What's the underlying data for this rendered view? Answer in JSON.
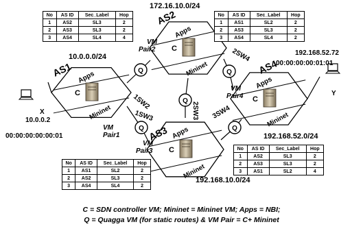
{
  "as_nodes": [
    {
      "id": "as1",
      "name": "AS1",
      "apps": "Apps",
      "controller": "C",
      "mininet": "Mininet",
      "prefix": "10.0.0.0/24",
      "vm_pair": [
        "VM",
        "Pair1"
      ]
    },
    {
      "id": "as2",
      "name": "AS2",
      "apps": "Apps",
      "controller": "C",
      "mininet": "Mininet",
      "prefix": "172.16.10.0/24",
      "vm_pair": [
        "VM",
        "Pair2"
      ]
    },
    {
      "id": "as3",
      "name": "AS3",
      "apps": "Apps",
      "controller": "C",
      "mininet": "Mininet",
      "prefix": "192.168.10.0/24",
      "vm_pair": [
        "VM",
        "Pair3"
      ]
    },
    {
      "id": "as4",
      "name": "AS4",
      "apps": "Apps",
      "controller": "C",
      "mininet": "Mininet",
      "prefix": "192.168.52.0/24",
      "vm_pair": [
        "VM",
        "Pair4"
      ]
    }
  ],
  "quagga_label": "Q",
  "switch_labels": [
    "1SW2",
    "1SW3",
    "2SW3",
    "2SW4",
    "3SW4"
  ],
  "host_x": {
    "name": "X",
    "ip": "10.0.0.2",
    "mac": "00:00:00:00:00:01"
  },
  "host_y": {
    "name": "Y",
    "ip": "192.168.52.72",
    "mac": "00:00:00:00:01:01"
  },
  "table_headers": [
    "No",
    "AS ID",
    "Sec_Label",
    "Hop"
  ],
  "tables": {
    "as1": [
      [
        "1",
        "AS2",
        "SL3",
        "2"
      ],
      [
        "2",
        "AS3",
        "SL3",
        "2"
      ],
      [
        "3",
        "AS4",
        "SL4",
        "4"
      ]
    ],
    "as2": [
      [
        "1",
        "AS1",
        "SL2",
        "2"
      ],
      [
        "2",
        "AS3",
        "SL3",
        "2"
      ],
      [
        "3",
        "AS4",
        "SL4",
        "2"
      ]
    ],
    "as3": [
      [
        "1",
        "AS1",
        "SL2",
        "2"
      ],
      [
        "2",
        "AS2",
        "SL3",
        "2"
      ],
      [
        "3",
        "AS4",
        "SL4",
        "2"
      ]
    ],
    "as4": [
      [
        "1",
        "AS2",
        "SL3",
        "2"
      ],
      [
        "2",
        "AS3",
        "SL3",
        "2"
      ],
      [
        "3",
        "AS1",
        "SL2",
        "4"
      ]
    ]
  },
  "caption": {
    "line1": "C = SDN controller VM; Mininet = Mininet VM; Apps = NBI;",
    "line2": "Q = Quagga VM (for static routes) & VM Pair = C+ Mininet"
  }
}
